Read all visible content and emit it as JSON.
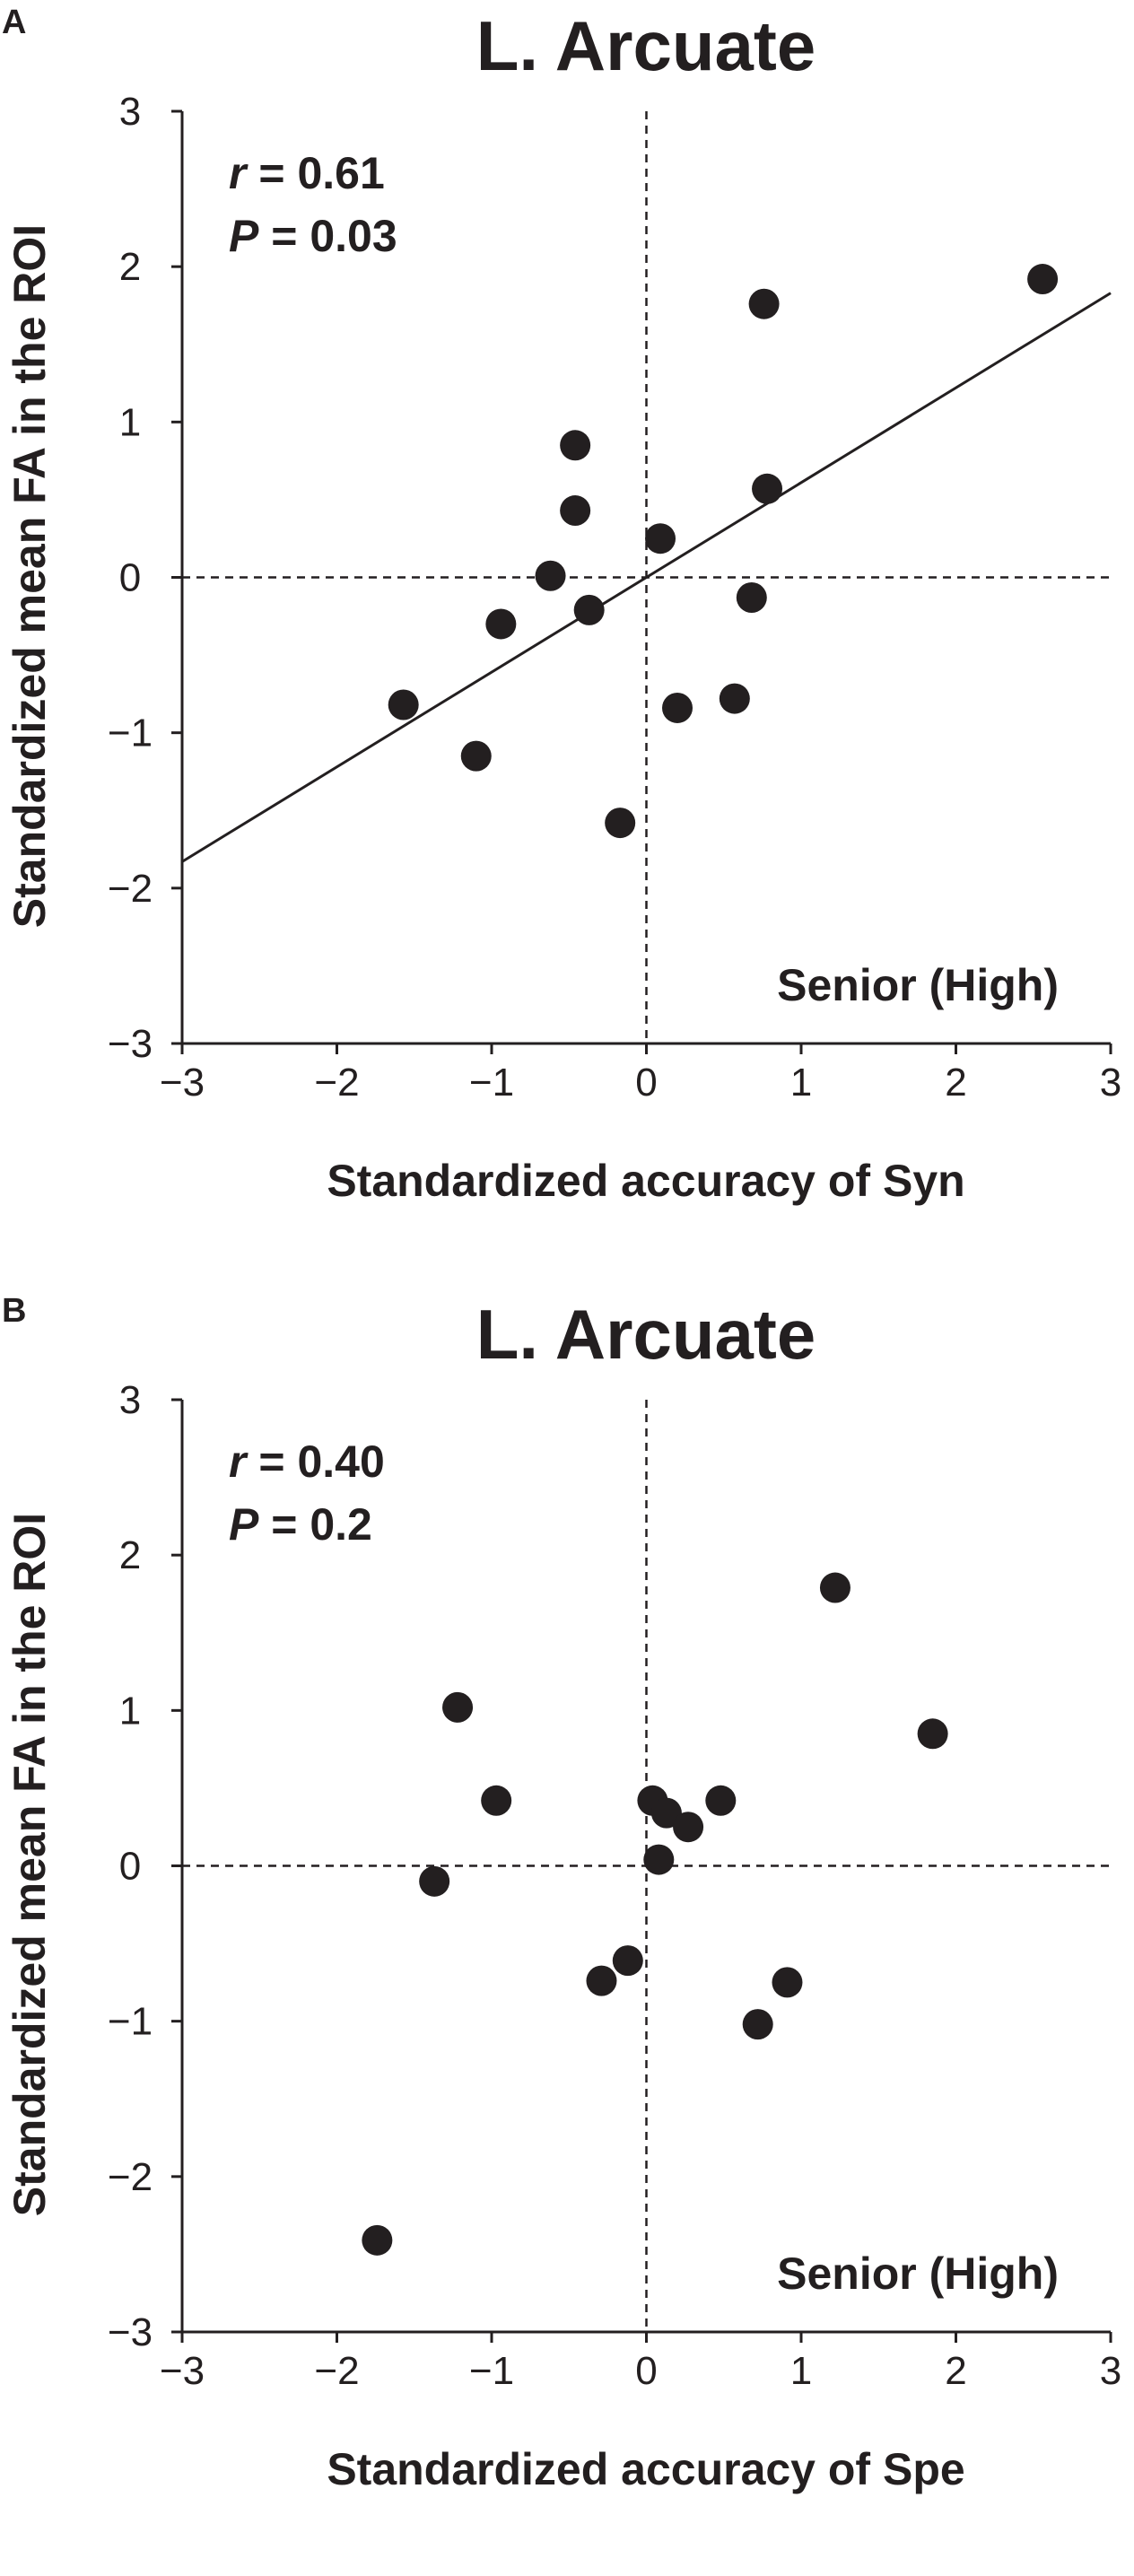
{
  "chart_data": [
    {
      "panel": "A",
      "type": "scatter",
      "title": "L. Arcuate",
      "xlabel": "Standardized accuracy of Syn",
      "ylabel": "Standardized mean FA in the ROI",
      "xlim": [
        -3,
        3
      ],
      "ylim": [
        -3,
        3
      ],
      "xticks": [
        "−3",
        "−2",
        "−1",
        "0",
        "1",
        "2",
        "3"
      ],
      "yticks": [
        "−3",
        "−2",
        "−1",
        "0",
        "1",
        "2",
        "3"
      ],
      "stats": {
        "r_label": "r",
        "r_text": "= 0.61",
        "p_label": "P",
        "p_text": "= 0.03"
      },
      "group_label": "Senior (High)",
      "fit_line": {
        "slope": 0.61,
        "intercept": 0
      },
      "reference_lines": "dashed at x = 0 and y = 0",
      "points": [
        {
          "x": 2.56,
          "y": 1.92
        },
        {
          "x": 0.76,
          "y": 1.76
        },
        {
          "x": 0.78,
          "y": 0.57
        },
        {
          "x": -0.46,
          "y": 0.85
        },
        {
          "x": -0.46,
          "y": 0.43
        },
        {
          "x": 0.09,
          "y": 0.25
        },
        {
          "x": -0.62,
          "y": 0.01
        },
        {
          "x": -0.37,
          "y": -0.21
        },
        {
          "x": -0.94,
          "y": -0.3
        },
        {
          "x": 0.68,
          "y": -0.13
        },
        {
          "x": -1.57,
          "y": -0.82
        },
        {
          "x": -1.1,
          "y": -1.15
        },
        {
          "x": 0.2,
          "y": -0.84
        },
        {
          "x": 0.57,
          "y": -0.78
        },
        {
          "x": -0.17,
          "y": -1.58
        }
      ]
    },
    {
      "panel": "B",
      "type": "scatter",
      "title": "L. Arcuate",
      "xlabel": "Standardized accuracy of Spe",
      "ylabel": "Standardized mean FA in the ROI",
      "xlim": [
        -3,
        3
      ],
      "ylim": [
        -3,
        3
      ],
      "xticks": [
        "−3",
        "−2",
        "−1",
        "0",
        "1",
        "2",
        "3"
      ],
      "yticks": [
        "−3",
        "−2",
        "−1",
        "0",
        "1",
        "2",
        "3"
      ],
      "stats": {
        "r_label": "r",
        "r_text": "= 0.40",
        "p_label": "P",
        "p_text": "= 0.2"
      },
      "group_label": "Senior (High)",
      "reference_lines": "dashed at x = 0 and y = 0",
      "points": [
        {
          "x": 1.22,
          "y": 1.79
        },
        {
          "x": 1.85,
          "y": 0.85
        },
        {
          "x": -1.22,
          "y": 1.02
        },
        {
          "x": -0.97,
          "y": 0.42
        },
        {
          "x": 0.04,
          "y": 0.42
        },
        {
          "x": 0.48,
          "y": 0.42
        },
        {
          "x": 0.13,
          "y": 0.34
        },
        {
          "x": 0.27,
          "y": 0.25
        },
        {
          "x": 0.08,
          "y": 0.04
        },
        {
          "x": -1.37,
          "y": -0.1
        },
        {
          "x": -0.12,
          "y": -0.61
        },
        {
          "x": -0.29,
          "y": -0.74
        },
        {
          "x": 0.91,
          "y": -0.75
        },
        {
          "x": 0.72,
          "y": -1.02
        },
        {
          "x": -1.74,
          "y": -2.41
        }
      ]
    }
  ],
  "colors": {
    "ink": "#231f20",
    "background": "#ffffff"
  }
}
